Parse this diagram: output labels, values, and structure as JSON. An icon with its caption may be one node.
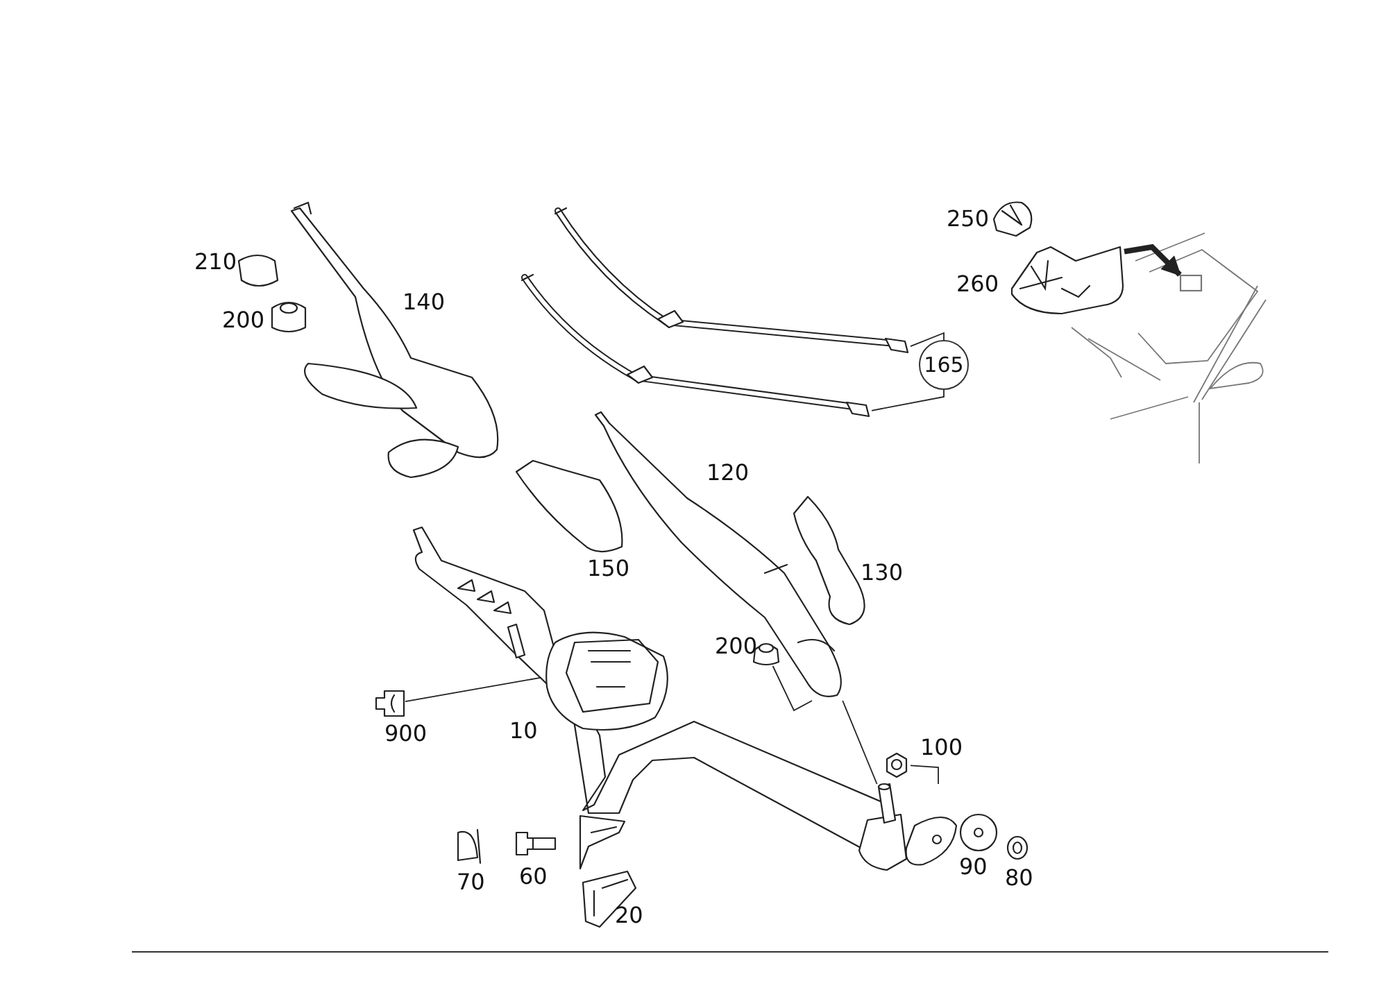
{
  "diagram": {
    "nodes": [
      {
        "text": [
          "165"
        ]
      },
      {
        "text": [],
        "shape": "picture"
      },
      {
        "text": [],
        "shape": "picture"
      },
      {
        "text": [],
        "shape": "picture",
        "beside": [
          "900"
        ]
      },
      {
        "text": [],
        "shape": "picture"
      },
      {
        "text": [],
        "shape": "picture"
      },
      {
        "text": [],
        "shape": "picture",
        "beside": [
          "200"
        ]
      },
      {
        "text": [],
        "shape": "picture",
        "beside": [
          "120"
        ]
      },
      {
        "text": [],
        "shape": "picture",
        "beside": [
          "100"
        ]
      },
      {
        "text": [],
        "shape": "picture",
        "beside": [
          "260"
        ]
      },
      {
        "text": [],
        "shape": "box"
      }
    ],
    "edges": [
      {
        "from": 0,
        "to": 1,
        "arrow": "none"
      },
      {
        "from": 0,
        "to": 2,
        "arrow": "none"
      },
      {
        "from": 3,
        "to": 4,
        "arrow": "none"
      },
      {
        "from": 6,
        "to": 7,
        "arrow": "none"
      },
      {
        "from": 7,
        "to": 5,
        "arrow": "none"
      },
      {
        "from": 8,
        "to": 5,
        "arrow": "none"
      },
      {
        "from": 9,
        "to": 10,
        "arrow": "to",
        "style": "thick"
      }
    ],
    "labels": [
      "210",
      "200",
      "140",
      "150",
      "130",
      "10",
      "250",
      "70",
      "60",
      "20",
      "90",
      "80"
    ]
  }
}
